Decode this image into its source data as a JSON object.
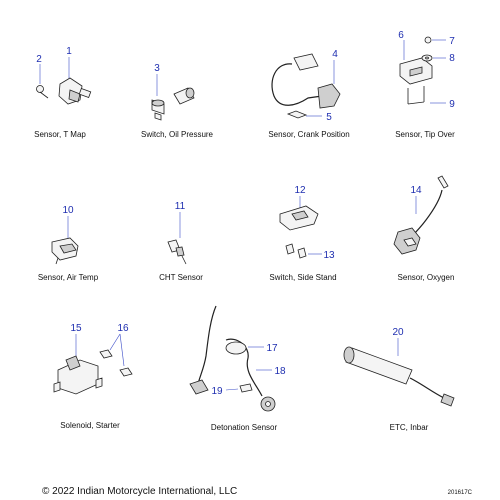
{
  "callouts": {
    "c1": "1",
    "c2": "2",
    "c3": "3",
    "c4": "4",
    "c5": "5",
    "c6": "6",
    "c7": "7",
    "c8": "8",
    "c9": "9",
    "c10": "10",
    "c11": "11",
    "c12": "12",
    "c13": "13",
    "c14": "14",
    "c15": "15",
    "c16": "16",
    "c17": "17",
    "c18": "18",
    "c19": "19",
    "c20": "20"
  },
  "captions": {
    "t_map": "Sensor, T Map",
    "oil_pressure": "Switch, Oil Pressure",
    "crank_position": "Sensor, Crank Position",
    "tip_over": "Sensor, Tip Over",
    "air_temp": "Sensor, Air Temp",
    "cht": "CHT Sensor",
    "side_stand": "Switch, Side Stand",
    "oxygen": "Sensor, Oxygen",
    "starter": "Solenoid, Starter",
    "detonation": "Detonation Sensor",
    "etc": "ETC, Inbar"
  },
  "footer": {
    "copyright": "© 2022 Indian Motorcycle International, LLC",
    "code": "201617C"
  },
  "colors": {
    "callout": "#1f2fb0",
    "leader": "#3d4fc9",
    "line_art": "#222222"
  }
}
